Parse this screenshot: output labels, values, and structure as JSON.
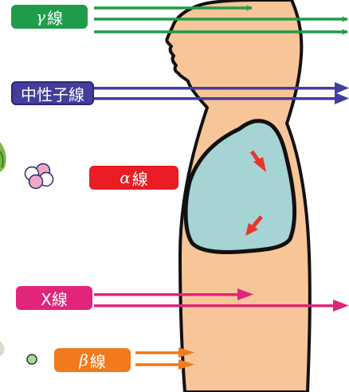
{
  "labels": {
    "gamma": {
      "symbol": "γ",
      "word": "線"
    },
    "neutron": {
      "symbol": "",
      "word": "中性子線"
    },
    "alpha": {
      "symbol": "α",
      "word": "線"
    },
    "xray": {
      "symbol": "",
      "word": "X線"
    },
    "beta": {
      "symbol": "β",
      "word": "線"
    }
  },
  "colors": {
    "gamma": "#1f9c4a",
    "neutron": "#433e9c",
    "alpha": "#ea1c24",
    "xray": "#e0257a",
    "beta": "#f07a1c",
    "body_fill": "#f7c598",
    "lung_fill": "#a6d3d4",
    "outline": "#111111"
  },
  "rays": {
    "gamma": {
      "penetrates_body": true,
      "arrow_count": 3
    },
    "neutron": {
      "penetrates_body": true,
      "arrow_count": 2
    },
    "xray": {
      "penetrates_body": true,
      "arrow_count": 2
    },
    "alpha": {
      "penetrates_body": false,
      "arrow_count": 2
    },
    "beta": {
      "penetrates_body": false,
      "arrow_count": 2
    }
  }
}
